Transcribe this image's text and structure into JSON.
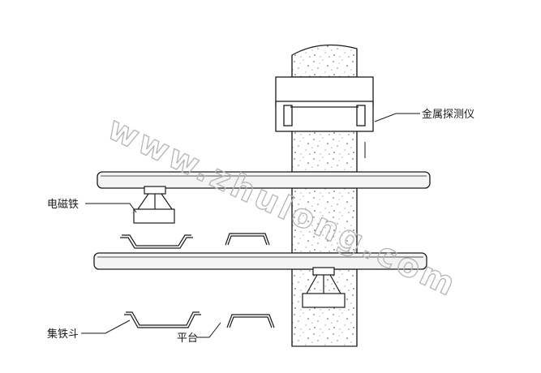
{
  "labels": {
    "metal_detector": "金属探测仪",
    "electromagnet": "电磁铁",
    "iron_collector": "集铁斗",
    "platform": "平台"
  },
  "watermark": "www.zhulong.com",
  "colors": {
    "line": "#1a1a1a",
    "conveyor_fill": "#f4f4f4",
    "watermark": "#b5b5b5"
  }
}
